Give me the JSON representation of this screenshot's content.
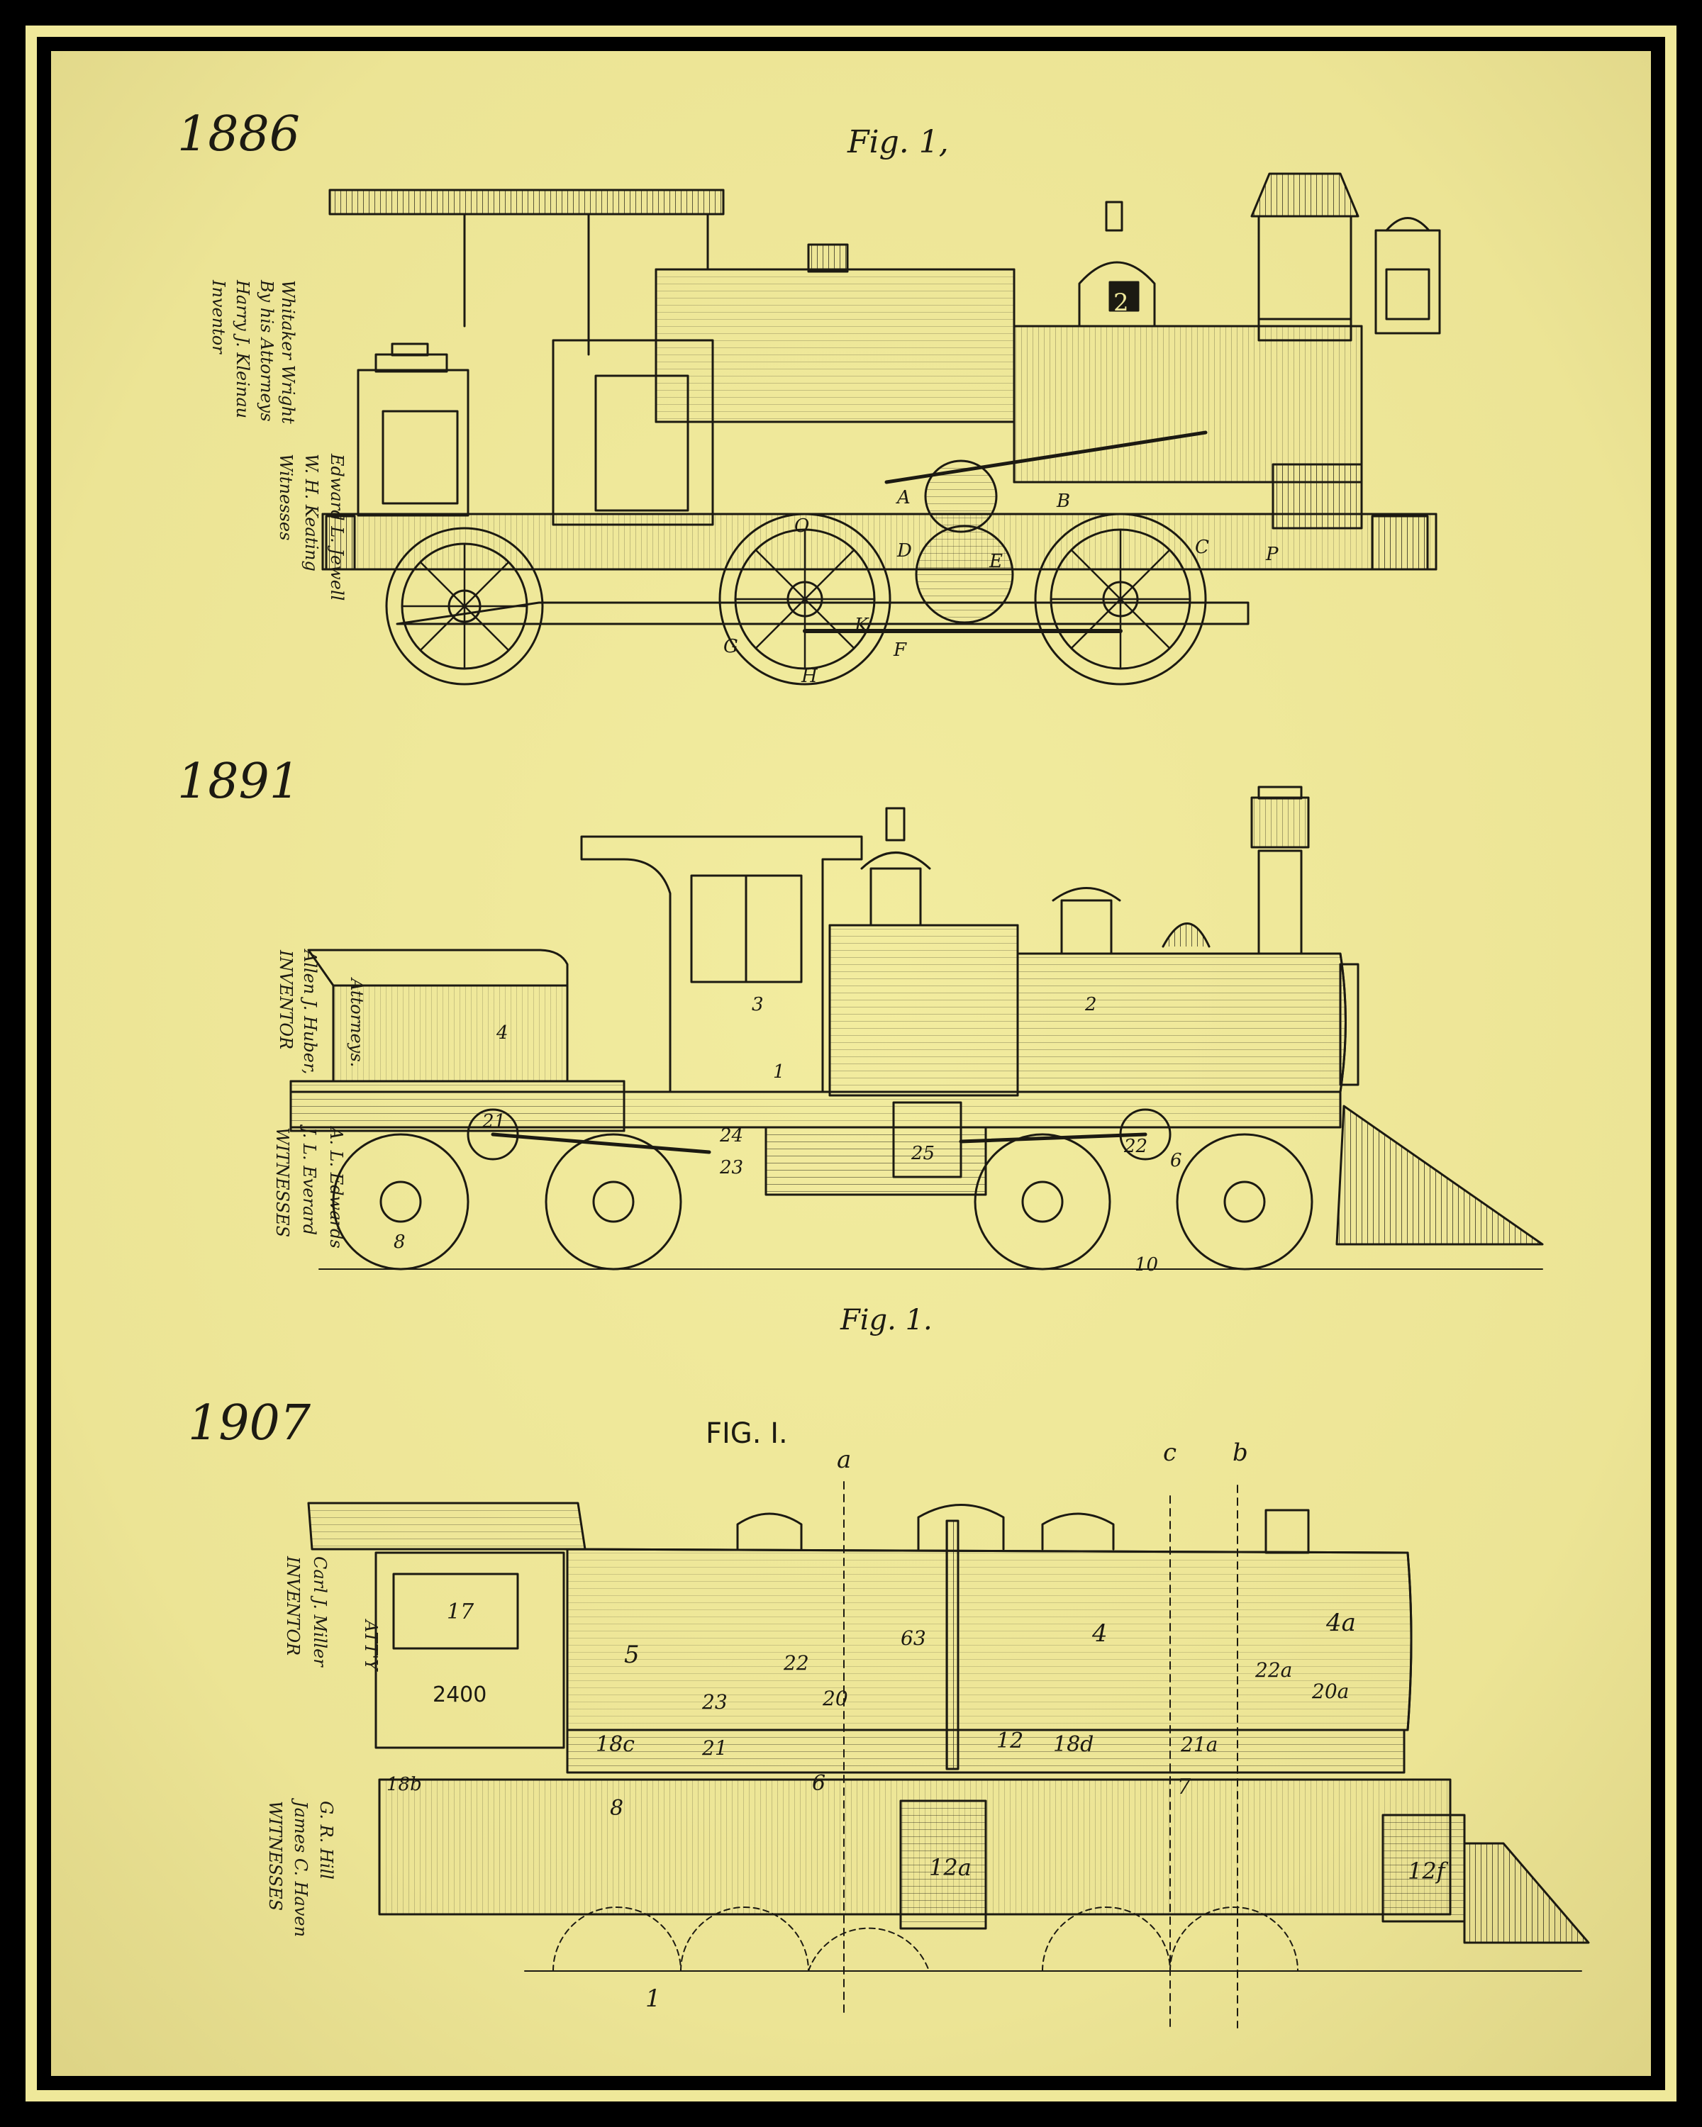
{
  "panels": [
    {
      "year": "1886",
      "fig_label": "Fig. 1,",
      "side_lines": [
        "Inventor",
        "Harry J. Kleinau",
        "By his Attorneys",
        "Whitaker Wright",
        "Witnesses",
        "W. H. Keating",
        "Edward L. Jewell"
      ],
      "callouts": [
        "A",
        "B",
        "C",
        "D",
        "E",
        "F",
        "G",
        "H",
        "K",
        "O",
        "P",
        "2"
      ]
    },
    {
      "year": "1891",
      "fig_label": "Fig. 1.",
      "side_lines": [
        "INVENTOR",
        "Allen J. Huber,",
        "Attorneys.",
        "WITNESSES",
        "J. L. Everard",
        "A. L. Edwards"
      ],
      "callouts": [
        "1",
        "2",
        "3",
        "4",
        "6",
        "8",
        "10",
        "21",
        "22",
        "23",
        "24",
        "25"
      ]
    },
    {
      "year": "1907",
      "fig_label": "FIG. I.",
      "side_lines": [
        "INVENTOR",
        "Carl J. Miller",
        "ATT'Y",
        "WITNESSES",
        "James C. Haven",
        "G. R. Hill"
      ],
      "callouts": [
        "a",
        "b",
        "c",
        "1",
        "4",
        "4a",
        "5",
        "6",
        "7",
        "8",
        "12",
        "12a",
        "12f",
        "17",
        "18b",
        "18c",
        "18d",
        "20",
        "20a",
        "21",
        "21a",
        "22",
        "22a",
        "23",
        "63",
        "2400"
      ]
    }
  ],
  "colors": {
    "paper": "#efe89a",
    "ink": "#1c1a12",
    "frame": "#000000"
  }
}
